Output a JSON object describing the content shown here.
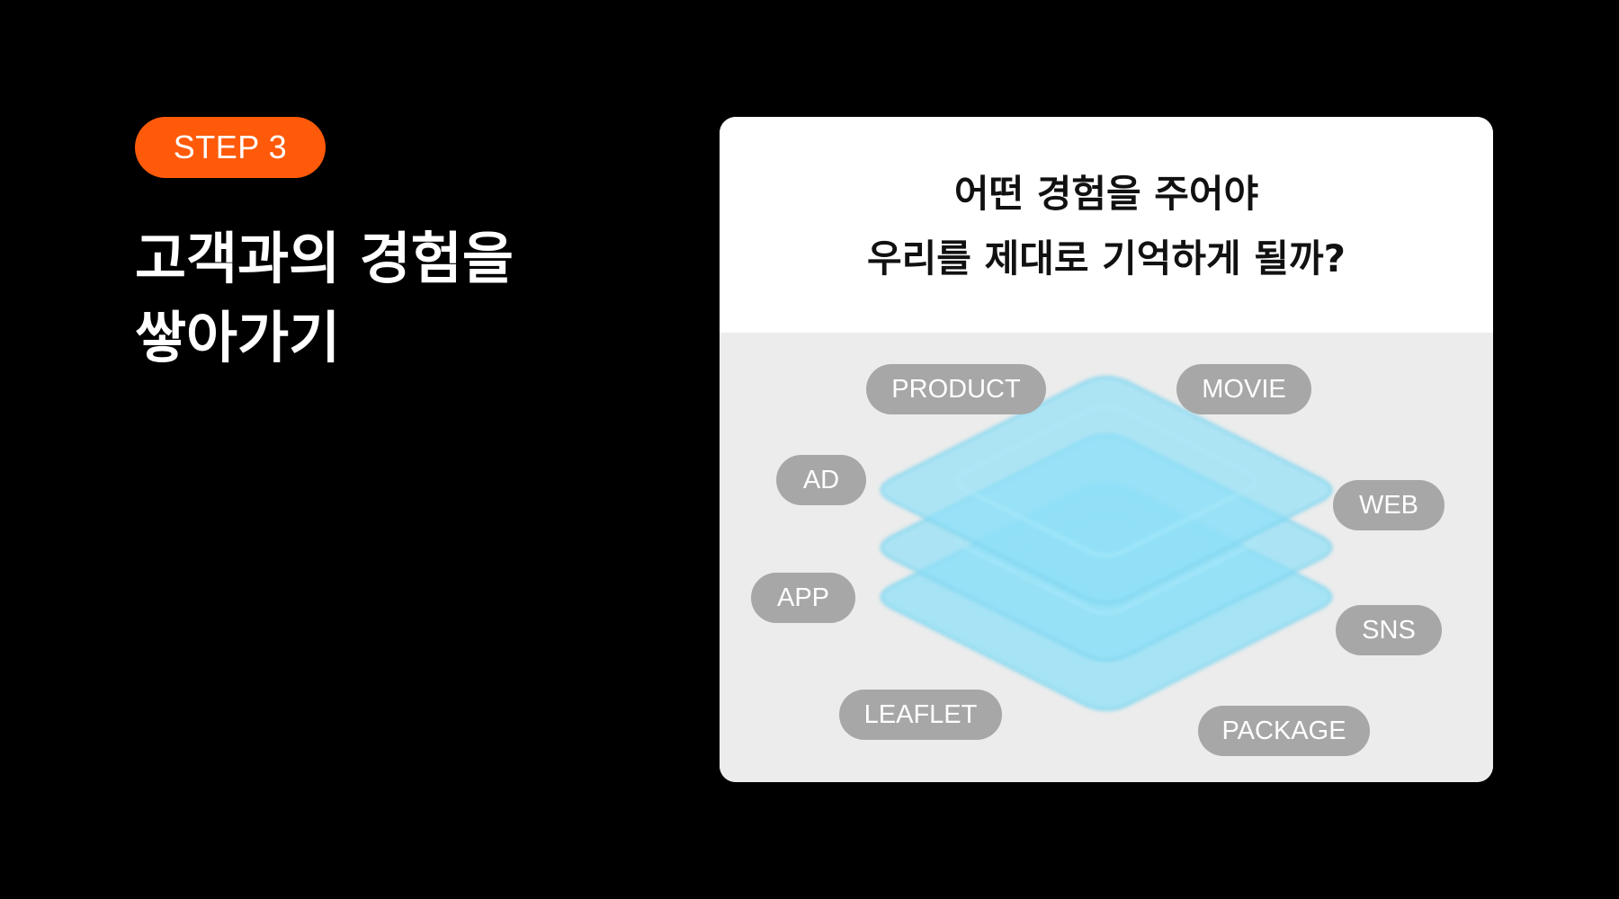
{
  "step": {
    "label": "STEP 3",
    "color": "#ff5a0a"
  },
  "title": {
    "line1": "고객과의 경험을",
    "line2": "쌓아가기"
  },
  "card": {
    "question_line1": "어떤 경험을 주어야",
    "question_line2": "우리를 제대로 기억하게 될까?",
    "tags": {
      "product": "PRODUCT",
      "movie": "MOVIE",
      "ad": "AD",
      "web": "WEB",
      "app": "APP",
      "sns": "SNS",
      "leaflet": "LEAFLET",
      "package": "PACKAGE"
    },
    "layer_color": "#8fe0f7",
    "tag_color": "#a7a7a7"
  },
  "icons": {
    "layers": "layers-stack-icon"
  }
}
